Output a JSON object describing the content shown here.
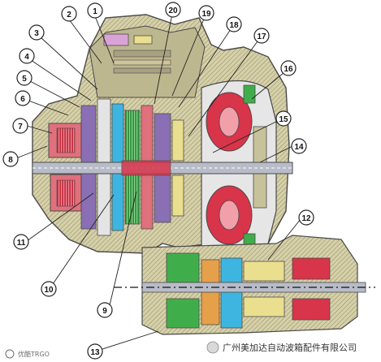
{
  "callouts": [
    {
      "id": "1",
      "label": "1"
    },
    {
      "id": "2",
      "label": "2"
    },
    {
      "id": "3",
      "label": "3"
    },
    {
      "id": "4",
      "label": "4"
    },
    {
      "id": "5",
      "label": "5"
    },
    {
      "id": "6",
      "label": "6"
    },
    {
      "id": "7",
      "label": "7"
    },
    {
      "id": "8",
      "label": "8"
    },
    {
      "id": "9",
      "label": "9"
    },
    {
      "id": "10",
      "label": "10"
    },
    {
      "id": "11",
      "label": "11"
    },
    {
      "id": "12",
      "label": "12"
    },
    {
      "id": "13",
      "label": "13"
    },
    {
      "id": "14",
      "label": "14"
    },
    {
      "id": "15",
      "label": "15"
    },
    {
      "id": "16",
      "label": "16"
    },
    {
      "id": "17",
      "label": "17"
    },
    {
      "id": "18",
      "label": "18"
    },
    {
      "id": "19",
      "label": "19"
    },
    {
      "id": "20",
      "label": "20"
    }
  ],
  "watermark": {
    "company": "广州美加达自动波箱配件有限公司",
    "corner_tag": "优酷TRGO"
  },
  "colors": {
    "housing": "#c8c29a",
    "red_part": "#d8344a",
    "blue_part": "#3db5e0",
    "green_part": "#3fae4a",
    "purple_part": "#8a6fb4",
    "shaft": "#b8bcc8",
    "outline": "#4a4a4a"
  }
}
